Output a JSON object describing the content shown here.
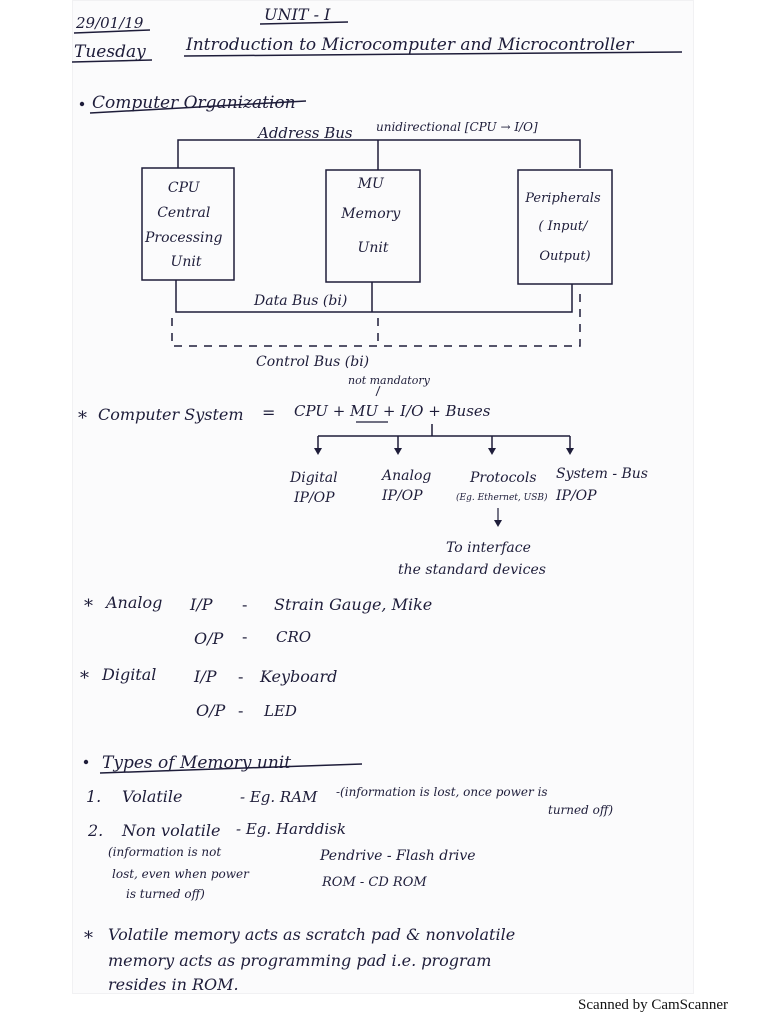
{
  "header": {
    "date": "29/01/19",
    "day": "Tuesday",
    "unit": "UNIT - I",
    "title": "Introduction to Microcomputer and Microcontroller"
  },
  "computer_organization": {
    "heading": "Computer Organization",
    "address_bus": "Address Bus",
    "address_bus_note": "unidirectional [CPU → I/O]",
    "cpu_box": [
      "CPU",
      "Central",
      "Processing",
      "Unit"
    ],
    "mu_box": [
      "MU",
      "Memory",
      "Unit"
    ],
    "peripherals_box": [
      "Peripherals",
      "( Input/",
      "Output)"
    ],
    "data_bus": "Data Bus (bi)",
    "control_bus": "Control Bus (bi)"
  },
  "computer_system": {
    "bullet": "*",
    "lhs": "Computer System",
    "equals": "=",
    "formula": "CPU + MU + I/O + Buses",
    "note": "not mandatory",
    "branches": [
      {
        "line1": "Digital",
        "line2": "IP/OP"
      },
      {
        "line1": "Analog",
        "line2": "IP/OP"
      },
      {
        "line1": "Protocols",
        "line2": "(Eg. Ethernet, USB)"
      },
      {
        "line1": "System - Bus",
        "line2": "IP/OP"
      }
    ],
    "interface_note": [
      "To interface",
      "the standard devices"
    ]
  },
  "analog": {
    "label": "Analog",
    "rows": [
      {
        "io": "I/P",
        "dash": "-",
        "value": "Strain Gauge, Mike"
      },
      {
        "io": "O/P",
        "dash": "-",
        "value": "CRO"
      }
    ]
  },
  "digital": {
    "label": "Digital",
    "rows": [
      {
        "io": "I/P",
        "dash": "-",
        "value": "Keyboard"
      },
      {
        "io": "O/P",
        "dash": "-",
        "value": "LED"
      }
    ]
  },
  "memory_types": {
    "heading": "Types of Memory unit",
    "volatile": {
      "num": "1.",
      "name": "Volatile",
      "eg": "- Eg. RAM",
      "note": "-(information is lost, once power is",
      "note2": "turned off)"
    },
    "non_volatile": {
      "num": "2.",
      "name": "Non volatile",
      "eg": "- Eg. Harddisk",
      "examples": [
        "Pendrive - Flash drive",
        "ROM - CD ROM"
      ],
      "note": [
        "(information is not",
        "lost, even when power",
        "is turned off)"
      ]
    }
  },
  "summary": {
    "bullet": "*",
    "lines": [
      "Volatile memory acts as scratch pad & nonvolatile",
      "memory acts as programming pad i.e. program",
      "resides in ROM."
    ]
  },
  "footer": {
    "scanner": "Scanned by CamScanner"
  }
}
